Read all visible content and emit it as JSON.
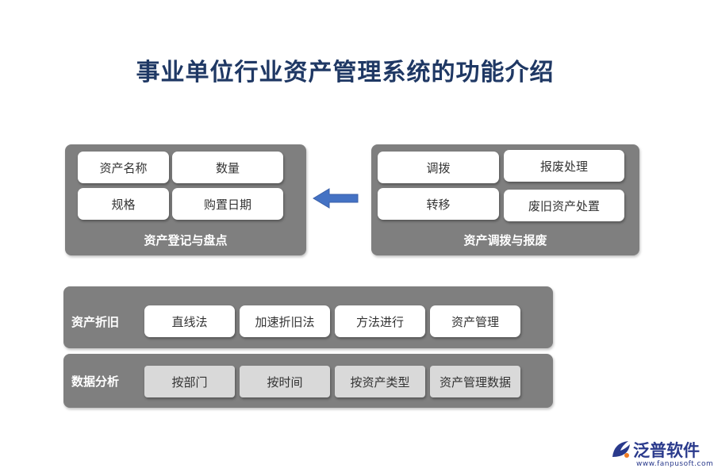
{
  "title": "事业单位行业资产管理系统的功能介绍",
  "panel_register": {
    "label": "资产登记与盘点",
    "items": [
      "资产名称",
      "数量",
      "规格",
      "购置日期"
    ]
  },
  "panel_transfer": {
    "label": "资产调拨与报废",
    "items": [
      "调拨",
      "报废处理",
      "转移",
      "废旧资产处置"
    ]
  },
  "panel_depreciation": {
    "label": "资产折旧",
    "items": [
      "直线法",
      "加速折旧法",
      "方法进行",
      "资产管理"
    ]
  },
  "panel_analysis": {
    "label": "数据分析",
    "items": [
      "按部门",
      "按时间",
      "按资产类型",
      "资产管理数据"
    ]
  },
  "arrow": {
    "direction": "left",
    "color": "#4472c4"
  },
  "colors": {
    "title": "#1f3864",
    "panel": "#7f7f7f",
    "analysis_box": "#d9d9d9",
    "logo": "#2a3a8c",
    "logo_accent": "#f07c22"
  },
  "logo": {
    "name": "泛普软件",
    "url": "www.fanpusoft.com",
    "icon": "fanpu-logo-icon"
  }
}
